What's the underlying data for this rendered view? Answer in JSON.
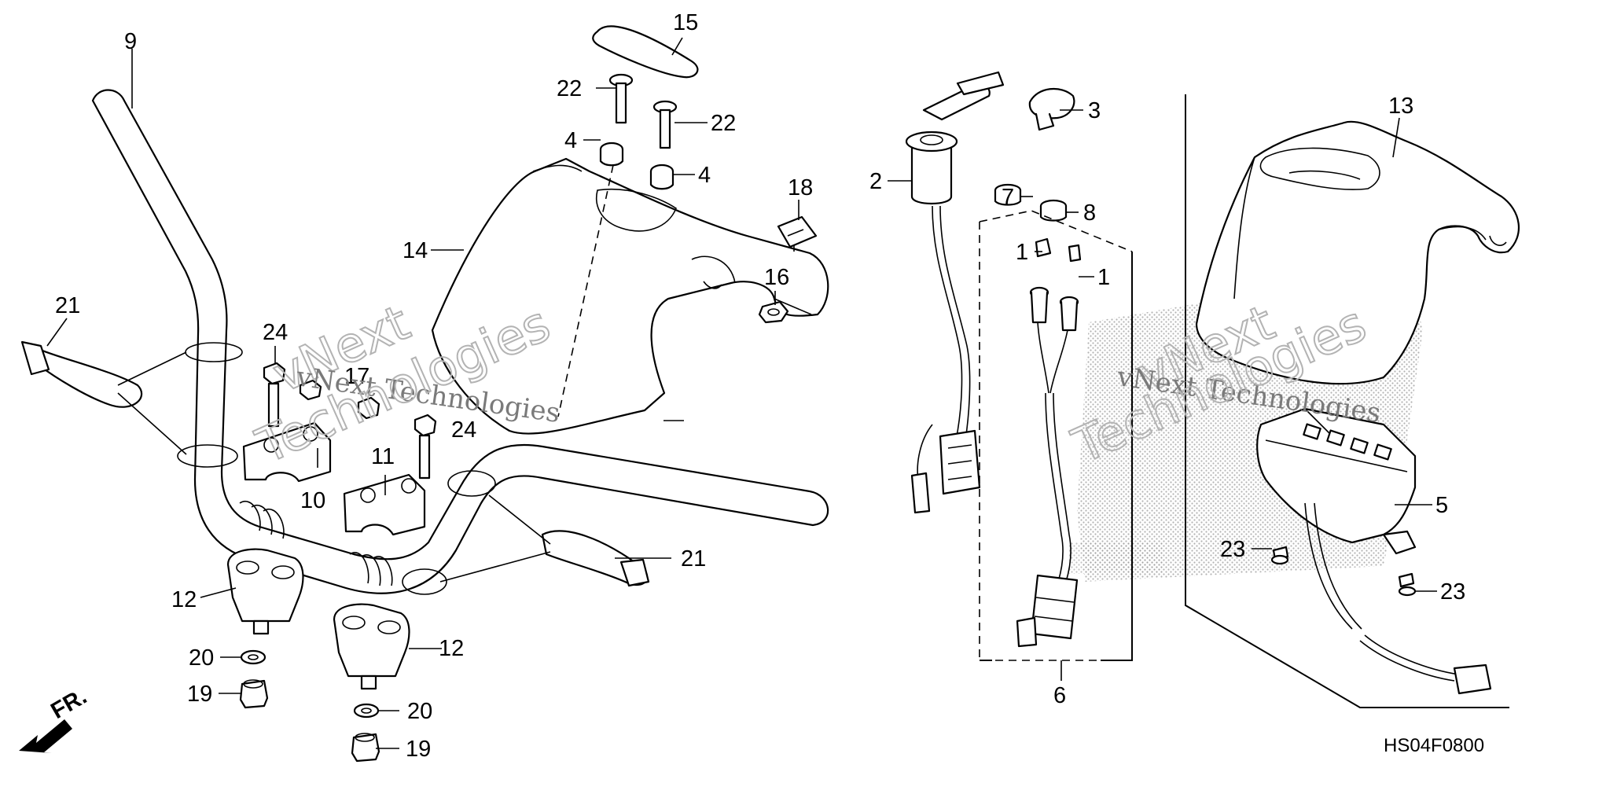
{
  "labels": {
    "l1a": "1",
    "l1b": "1",
    "l2": "2",
    "l3": "3",
    "l4a": "4",
    "l4b": "4",
    "l5": "5",
    "l6": "6",
    "l7": "7",
    "l8": "8",
    "l9": "9",
    "l10": "10",
    "l11": "11",
    "l12a": "12",
    "l12b": "12",
    "l13": "13",
    "l14": "14",
    "l15": "15",
    "l16": "16",
    "l17": "17",
    "l18": "18",
    "l19a": "19",
    "l19b": "19",
    "l20a": "20",
    "l20b": "20",
    "l21a": "21",
    "l21b": "21",
    "l22a": "22",
    "l22b": "22",
    "l23a": "23",
    "l23b": "23",
    "l24a": "24",
    "l24b": "24"
  },
  "direction_label": "FR.",
  "diagram_code": "HS04F0800",
  "watermark": {
    "line1": "vNext",
    "line2": "vNext Technologies",
    "line3": "Technologies"
  }
}
